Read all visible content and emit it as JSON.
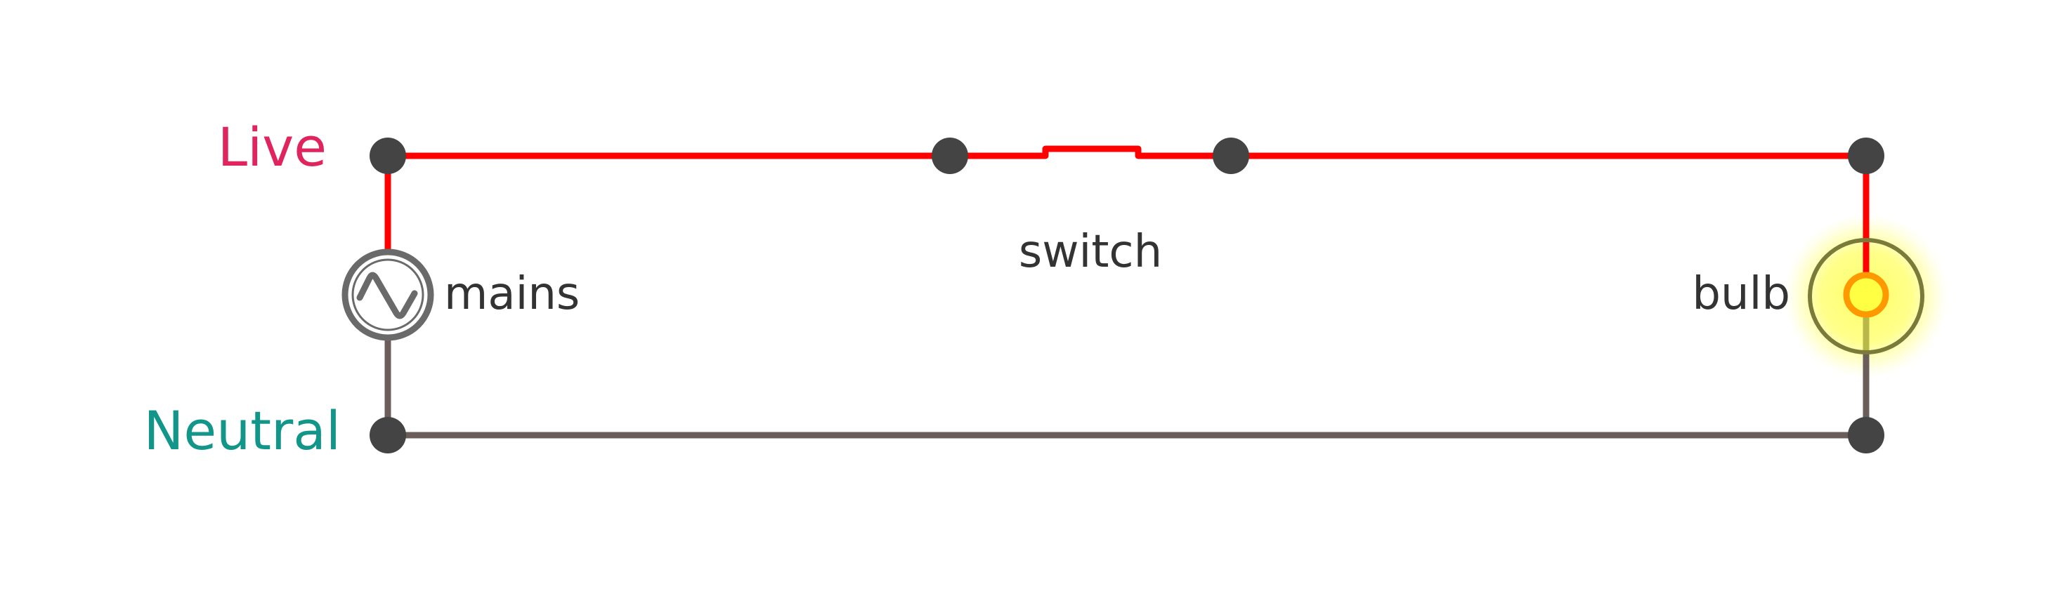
{
  "labels": {
    "live": "Live",
    "neutral": "Neutral",
    "mains": "mains",
    "switch": "switch",
    "bulb": "bulb"
  },
  "colors": {
    "live_label": "#e0245e",
    "neutral_label": "#13968a",
    "live_wire": "#ff0000",
    "neutral_wire": "#6b5e5a",
    "node": "#444444",
    "component_outline": "#666666",
    "text": "#333333",
    "bulb_ring": "#7a7a3a",
    "bulb_glow": "#ffff55",
    "bulb_filament": "#ff9900"
  },
  "state": {
    "switch": "closed",
    "bulb": "on"
  }
}
